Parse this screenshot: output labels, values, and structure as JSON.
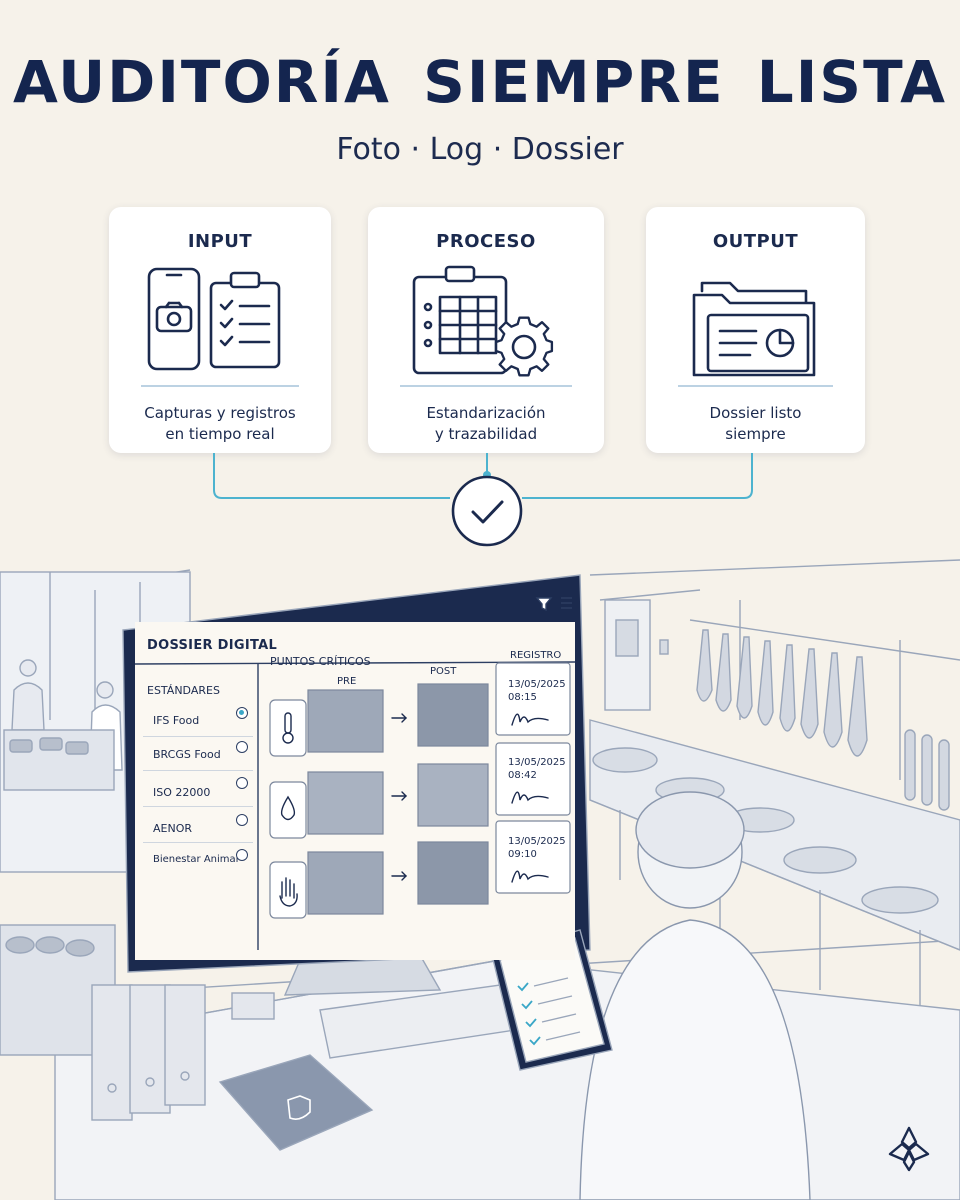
{
  "header": {
    "title": "AUDITORÍA  SIEMPRE LISTA",
    "subtitle": "Foto · Log · Dossier"
  },
  "cards": [
    {
      "title": "INPUT",
      "desc_line1": "Capturas y registros",
      "desc_line2": "en tiempo real",
      "icon": "phone-camera-clipboard-icon"
    },
    {
      "title": "PROCESO",
      "desc_line1": "Estandarización",
      "desc_line2": "y trazabilidad",
      "icon": "clipboard-table-gear-icon"
    },
    {
      "title": "OUTPUT",
      "desc_line1": "Dossier listo",
      "desc_line2": "siempre",
      "icon": "folder-document-chart-icon"
    }
  ],
  "dossier": {
    "title": "DOSSIER DIGITAL",
    "standards_header": "ESTÁNDARES",
    "standards": [
      {
        "label": "IFS Food",
        "selected": true
      },
      {
        "label": "BRCGS Food",
        "selected": false
      },
      {
        "label": "ISO 22000",
        "selected": false
      },
      {
        "label": "AENOR",
        "selected": false
      },
      {
        "label": "Bienestar Animal",
        "selected": false
      }
    ],
    "critical_header": "PUNTOS CRÍTICOS",
    "col_pre": "PRE",
    "col_post": "POST",
    "col_registro": "REGISTRO",
    "rows": [
      {
        "icon": "thermometer-icon",
        "date": "13/05/2025",
        "time": "08:15"
      },
      {
        "icon": "water-drop-icon",
        "date": "13/05/2025",
        "time": "08:42"
      },
      {
        "icon": "hand-icon",
        "date": "13/05/2025",
        "time": "09:10"
      }
    ]
  },
  "colors": {
    "navy": "#14254f",
    "accent": "#3aa7c7",
    "background": "#f6f2ea"
  }
}
